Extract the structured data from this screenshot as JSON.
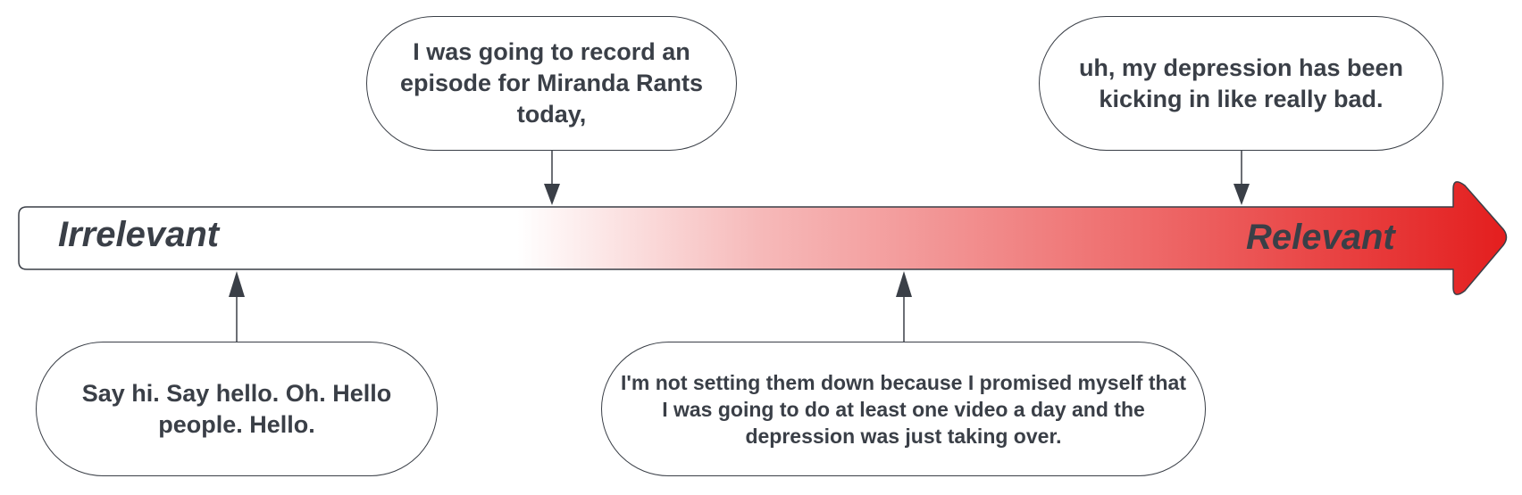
{
  "scale": {
    "left_label": "Irrelevant",
    "right_label": "Relevant",
    "gradient_end_color": "#e31b1b",
    "outline_color": "#3a3f47"
  },
  "quotes": [
    {
      "text": "I was going to record an episode for Miranda Rants today,"
    },
    {
      "text": "uh, my depression has been kicking in like really bad."
    },
    {
      "text": "Say hi. Say hello. Oh. Hello people. Hello."
    },
    {
      "text": "I'm not setting them down because I promised myself that I was going to do at least one video a day and the depression was just taking over."
    }
  ]
}
